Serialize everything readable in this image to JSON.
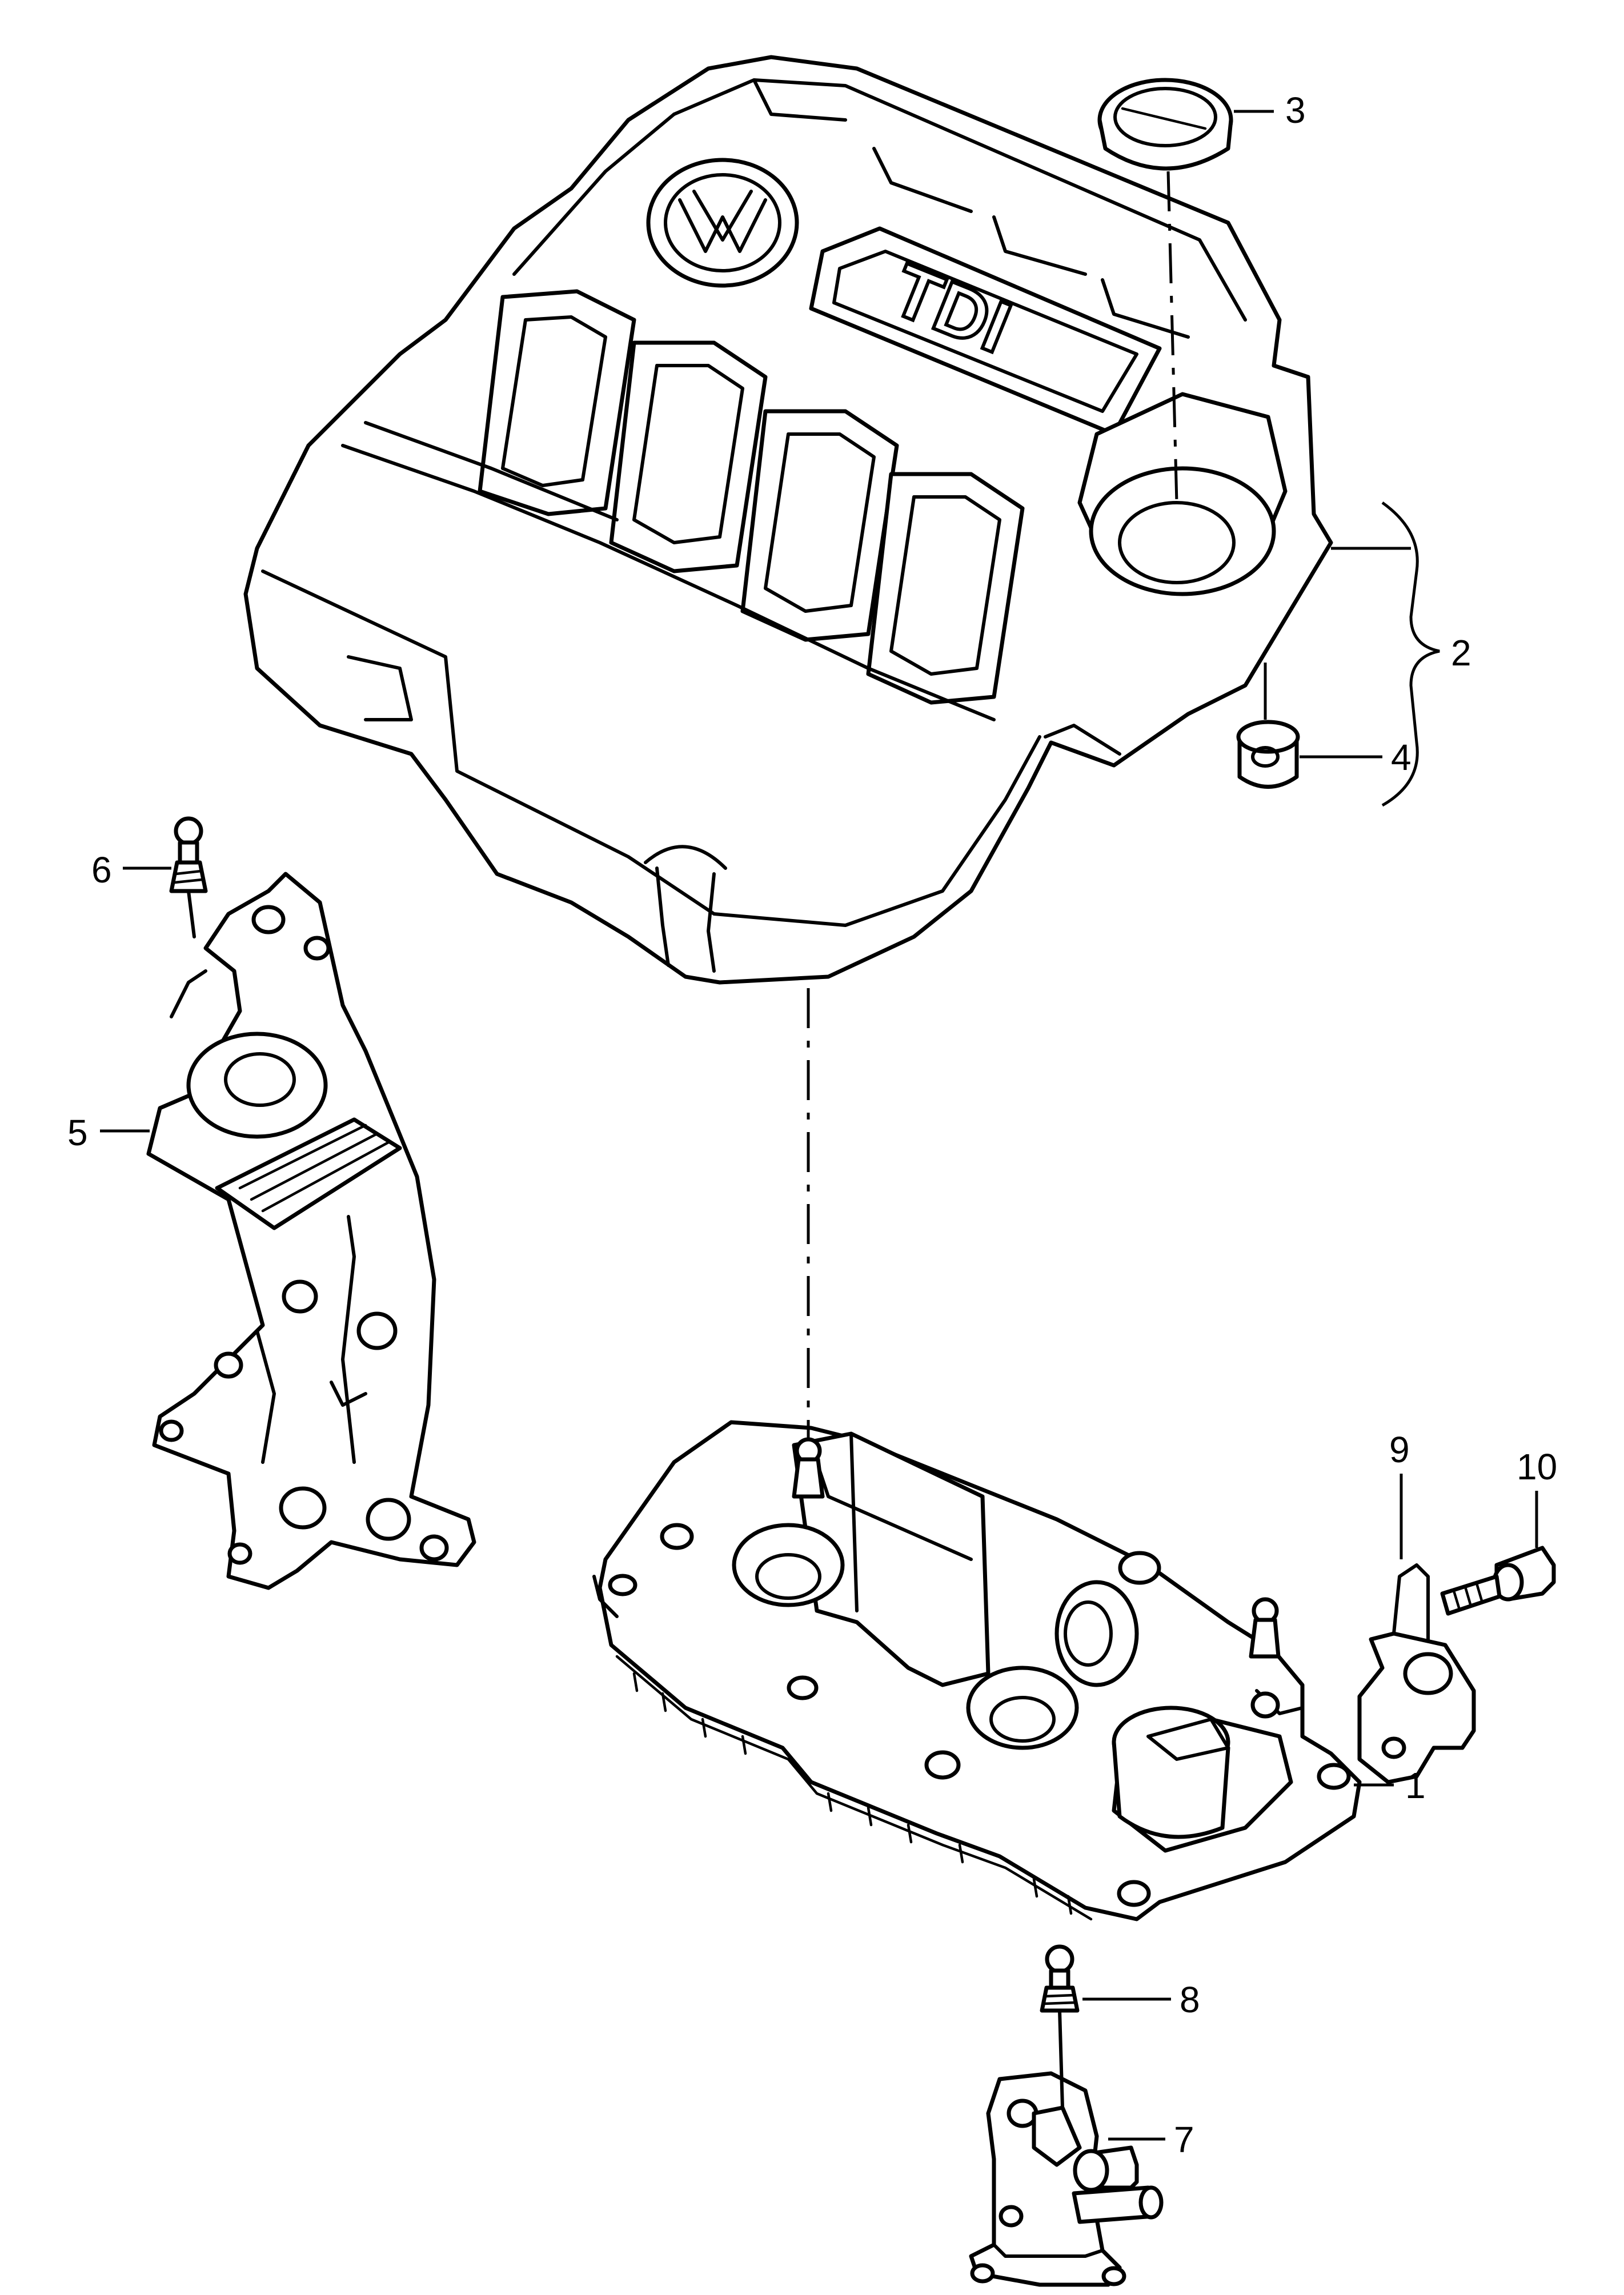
{
  "diagram": {
    "cover_emblem_text": "TDI",
    "callouts": [
      {
        "id": "1"
      },
      {
        "id": "2"
      },
      {
        "id": "3"
      },
      {
        "id": "4"
      },
      {
        "id": "5"
      },
      {
        "id": "6"
      },
      {
        "id": "7"
      },
      {
        "id": "8"
      },
      {
        "id": "9"
      },
      {
        "id": "10"
      }
    ]
  },
  "colors": {
    "ink": "#000000",
    "paper": "#ffffff"
  },
  "icons": {
    "brand_logo": "vw-logo-icon"
  }
}
